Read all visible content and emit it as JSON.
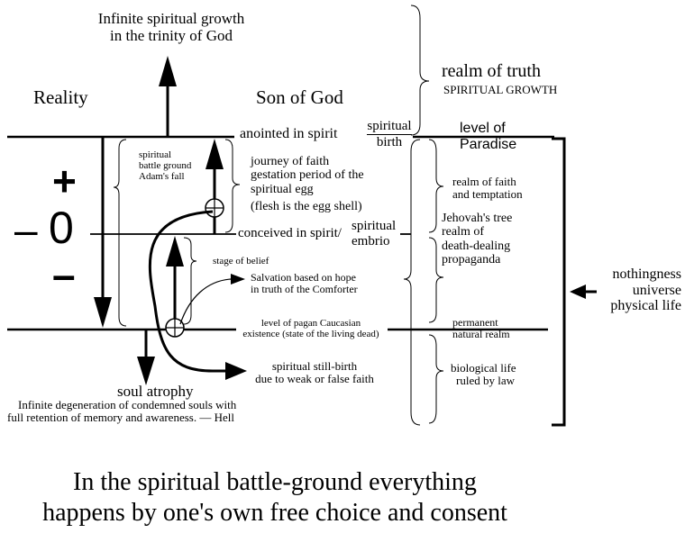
{
  "top_growth": [
    "Infinite spiritual growth",
    "in the trinity of God"
  ],
  "reality_label": "Reality",
  "son_of_god_label": "Son of God",
  "realm_of_truth": "realm of truth",
  "spiritual_growth": "SPIRITUAL GROWTH",
  "anointed_in_spirit": "anointed in spirit",
  "spiritual_birth": [
    "spiritual",
    "birth"
  ],
  "level_of_paradise": [
    "level of",
    "Paradise"
  ],
  "battle_ground": [
    "spiritual",
    "battle ground",
    "Adam's fall"
  ],
  "plus_sign": "+",
  "zero_label": "0",
  "minus_left": "–",
  "minus_sign": "–",
  "journey": [
    "journey of faith",
    "gestation period of the",
    "spiritual egg",
    "(flesh is the egg shell)"
  ],
  "realm_faith": [
    "realm of faith",
    "and temptation"
  ],
  "jehovah": [
    "Jehovah's tree",
    "realm of",
    "death-dealing",
    "propaganda"
  ],
  "conceived": "conceived in spirit/",
  "spiritual_embrio": [
    "spiritual",
    "embrio"
  ],
  "stage_of_belief": "stage of belief",
  "salvation": [
    "Salvation based on hope",
    "in truth of the Comforter"
  ],
  "nothingness": [
    "nothingness",
    "universe",
    "physical life"
  ],
  "pagan_level": [
    "level  of pagan Caucasian",
    "existence (state of the living dead)"
  ],
  "permanent": [
    "permanent",
    "natural realm"
  ],
  "still_birth": [
    "spiritual still-birth",
    "due to weak or false faith"
  ],
  "biological": [
    "biological life",
    "ruled by law"
  ],
  "soul_atrophy": "soul atrophy",
  "hell_text": [
    "Infinite degeneration of condemned souls with",
    "full retention of memory and awareness.  — Hell"
  ],
  "caption": [
    "In the spiritual battle-ground everything",
    "happens by one's own free choice and consent"
  ]
}
